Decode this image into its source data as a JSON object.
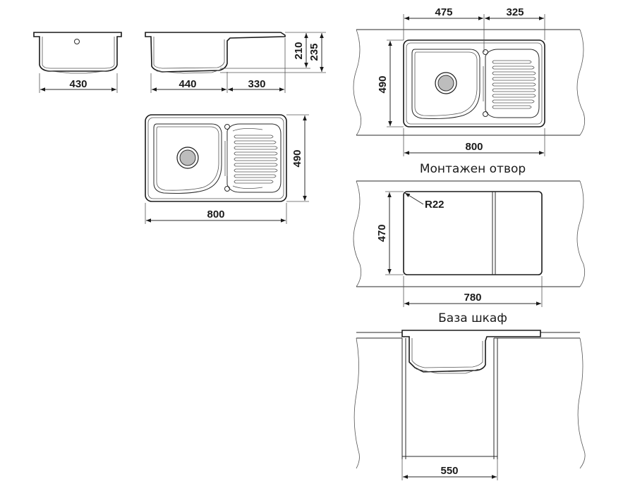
{
  "front_view": {
    "width_label": "430"
  },
  "side_view": {
    "basin_label": "440",
    "drainer_label": "330",
    "height_label": "210",
    "total_height_label": "235"
  },
  "top_view": {
    "width_label": "800",
    "height_label": "490"
  },
  "mounting": {
    "left_label": "475",
    "right_label": "325",
    "height_label": "490",
    "width_label": "800",
    "caption": "Монтажен отвор"
  },
  "cutout": {
    "radius_label": "R22",
    "height_label": "470",
    "width_label": "780",
    "caption": "База шкаф"
  },
  "cabinet": {
    "width_label": "550"
  }
}
